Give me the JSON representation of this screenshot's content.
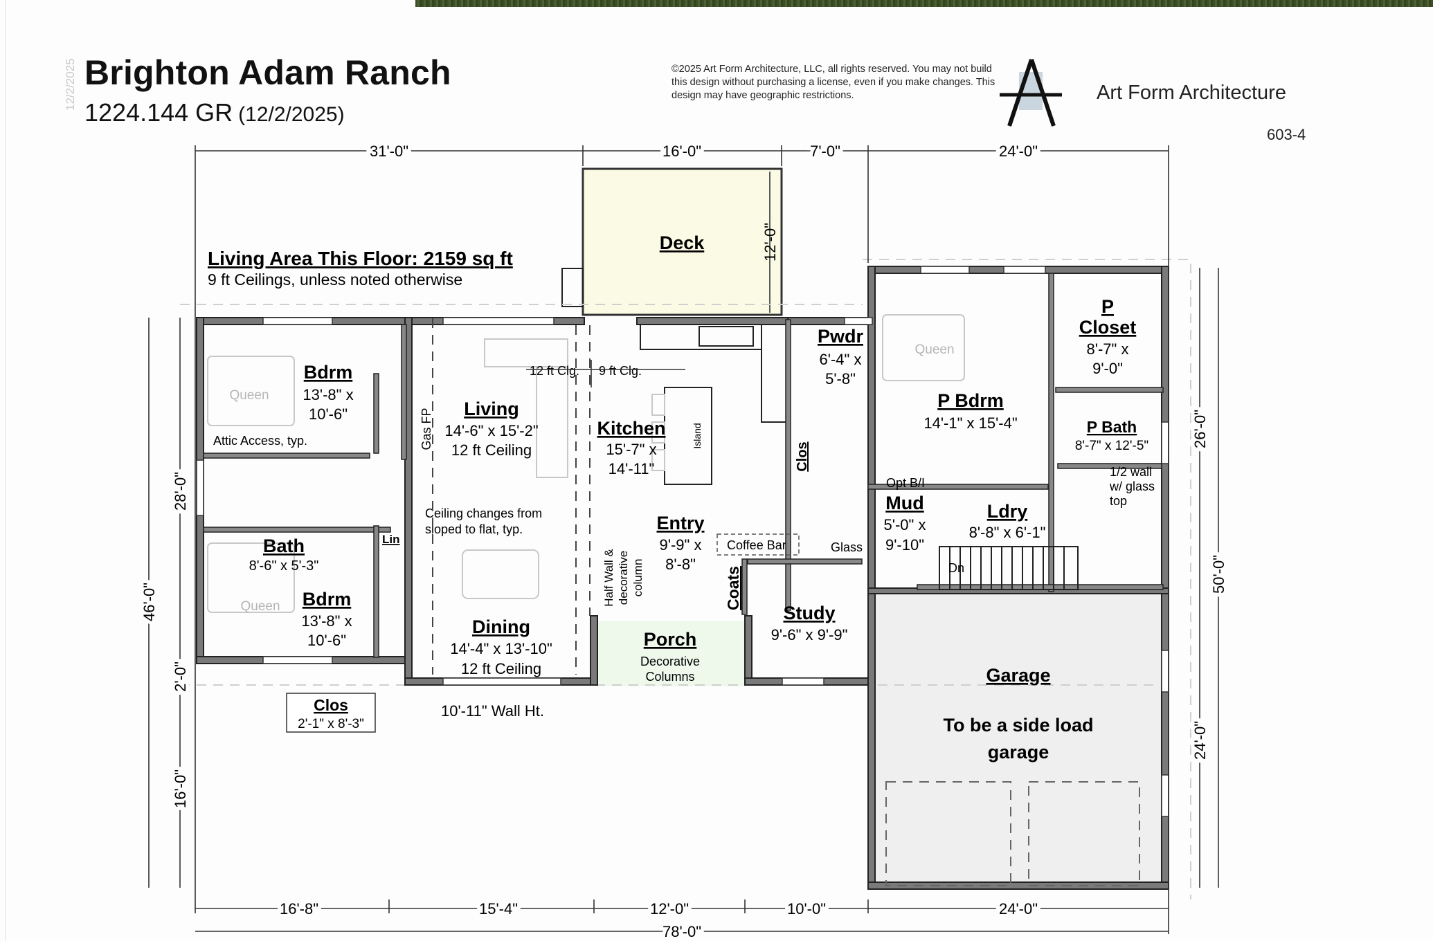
{
  "header": {
    "stamp": "12/2/2025",
    "title": "Brighton Adam Ranch",
    "plan_code": "1224.144 GR",
    "plan_date": "(12/2/2025)",
    "copyright": "©2025 Art Form Architecture, LLC, all rights reserved. You may not build this design without purchasing a license, even if you make changes. This design may have geographic restrictions.",
    "brand": "Art Form Architecture",
    "plan_number": "603-4"
  },
  "notes": {
    "living_area": "Living Area This Floor: 2159 sq ft",
    "ceilings": "9 ft Ceilings, unless noted otherwise",
    "attic_access": "Attic Access, typ.",
    "ceiling_change_1": "Ceiling changes from",
    "ceiling_change_2": "sloped to flat, typ.",
    "wall_height": "10'-11\" Wall Ht.",
    "clg_12": "12 ft Clg.",
    "clg_9": "9 ft Clg.",
    "gas_fp": "Gas FP",
    "island": "Island",
    "half_wall_1": "Half Wall &",
    "half_wall_2": "decorative",
    "half_wall_3": "column",
    "decorative_1": "Decorative",
    "decorative_2": "Columns",
    "coffee_bar": "Coffee Bar",
    "glass": "Glass",
    "opt_bi": "Opt B/I",
    "dn": "Dn",
    "half_wall_glass_1": "1/2 wall",
    "half_wall_glass_2": "w/ glass",
    "half_wall_glass_3": "top",
    "queen": "Queen",
    "garage_note_1": "To be a side load",
    "garage_note_2": "garage"
  },
  "rooms": {
    "deck": {
      "name": "Deck",
      "depth": "12'-0\""
    },
    "bdrm1": {
      "name": "Bdrm",
      "size1": "13'-8\" x",
      "size2": "10'-6\""
    },
    "living": {
      "name": "Living",
      "size": "14'-6\" x 15'-2\"",
      "ceiling": "12 ft Ceiling"
    },
    "kitchen": {
      "name": "Kitchen",
      "size1": "15'-7\" x",
      "size2": "14'-11\""
    },
    "pwdr": {
      "name": "Pwdr",
      "size1": "6'-4\" x",
      "size2": "5'-8\""
    },
    "clos_hall": {
      "name": "Clos"
    },
    "pbdrm": {
      "name": "P Bdrm",
      "size": "14'-1\" x 15'-4\""
    },
    "pcloset": {
      "name1": "P",
      "name2": "Closet",
      "size1": "8'-7\" x",
      "size2": "9'-0\""
    },
    "pbath": {
      "name": "P Bath",
      "size": "8'-7\" x 12'-5\""
    },
    "bath": {
      "name": "Bath",
      "size": "8'-6\" x 5'-3\""
    },
    "lin": {
      "name": "Lin"
    },
    "bdrm2": {
      "name": "Bdrm",
      "size1": "13'-8\" x",
      "size2": "10'-6\""
    },
    "dining": {
      "name": "Dining",
      "size": "14'-4\" x 13'-10\"",
      "ceiling": "12 ft Ceiling"
    },
    "entry": {
      "name": "Entry",
      "size1": "9'-9\" x",
      "size2": "8'-8\""
    },
    "coats": {
      "name": "Coats"
    },
    "porch": {
      "name": "Porch"
    },
    "study": {
      "name": "Study",
      "size": "9'-6\" x 9'-9\""
    },
    "mud": {
      "name": "Mud",
      "size1": "5'-0\" x",
      "size2": "9'-10\""
    },
    "ldry": {
      "name": "Ldry",
      "size": "8'-8\" x 6'-1\""
    },
    "clos_front": {
      "name": "Clos",
      "size": "2'-1\" x 8'-3\""
    },
    "garage": {
      "name": "Garage"
    }
  },
  "dimensions": {
    "top": [
      "31'-0\"",
      "16'-0\"",
      "7'-0\"",
      "24'-0\""
    ],
    "bottom": [
      "16'-8\"",
      "15'-4\"",
      "12'-0\"",
      "10'-0\"",
      "24'-0\""
    ],
    "overall_width": "78'-0\"",
    "left": [
      "28'-0\"",
      "2'-0\"",
      "16'-0\""
    ],
    "left_overall": "46'-0\"",
    "right": [
      "26'-0\"",
      "24'-0\""
    ],
    "right_overall": "50'-0\""
  },
  "colors": {
    "deck": "#fbfbe5",
    "porch": "#eef9ec",
    "garage": "#efefef",
    "wall": "#7a7a7a",
    "logo_accent": "#c9d6df"
  }
}
